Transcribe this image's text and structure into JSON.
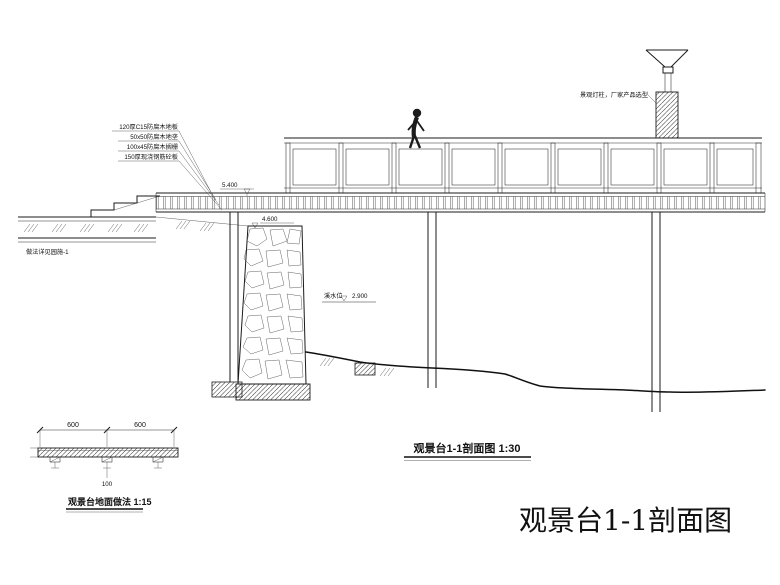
{
  "titles": {
    "main_title": "观景台1-1剖面图",
    "section_caption": "观景台1-1剖面图 1:30",
    "detail_caption": "观景台地面做法 1:15"
  },
  "annotations": {
    "lamp_note": "景观灯柱，厂家产品选型",
    "material_callouts": [
      "120厚C15防腐木地板",
      "50x50防腐木地垄",
      "100x45防腐木搁栅",
      "150厚现浇钢筋砼板"
    ],
    "ground_note": "做法详见园施-1",
    "water_label": "溪水位",
    "water_elevation": "2.900",
    "deck_elevation": "5.400",
    "soffit_elevation": "4.600",
    "detail_dims": {
      "d1": "600",
      "d2": "600",
      "d3": "100"
    }
  }
}
